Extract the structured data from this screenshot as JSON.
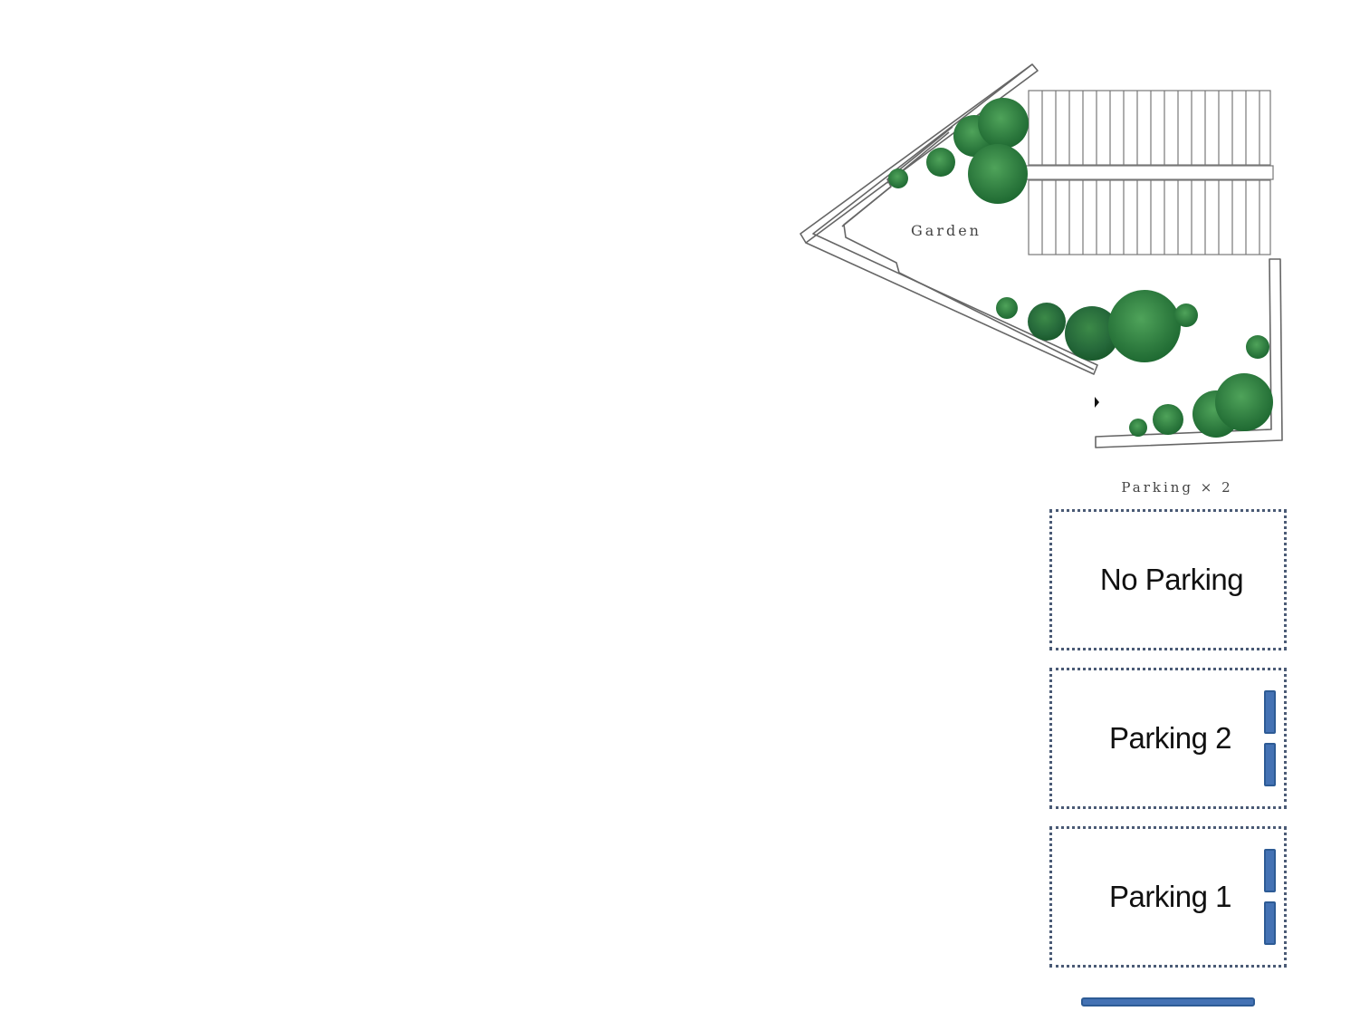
{
  "plan": {
    "garden_label": "Garden",
    "parking_caption": "Parking × 2"
  },
  "zones": [
    {
      "label": "No Parking",
      "cars": 0
    },
    {
      "label": "Parking 2",
      "cars": 2
    },
    {
      "label": "Parking 1",
      "cars": 2
    }
  ],
  "colors": {
    "tree_dark": "#1f6a32",
    "tree_light": "#4fa35a",
    "wall": "#666666",
    "zone_border": "#4a5a75",
    "car_fill": "#4472b4",
    "car_border": "#2d5b95"
  }
}
